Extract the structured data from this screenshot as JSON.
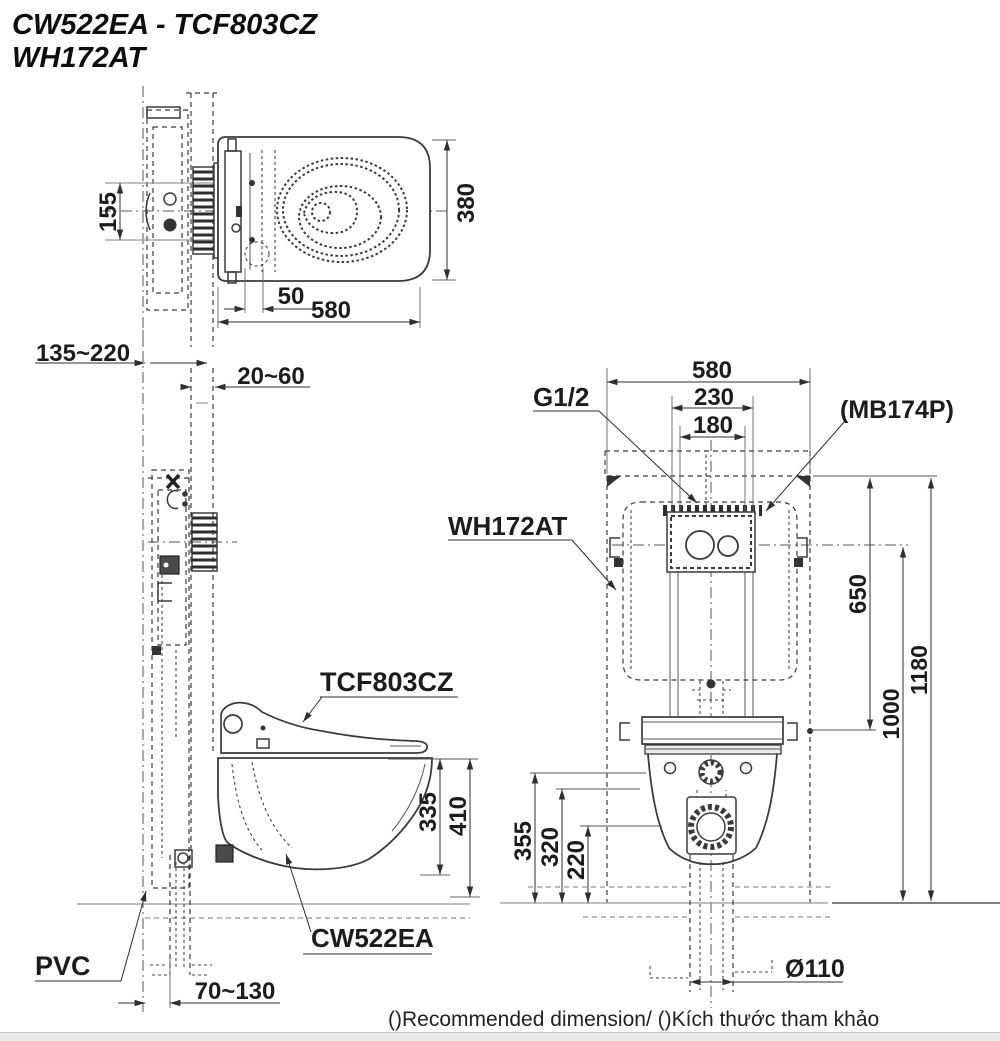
{
  "title": {
    "line1": "CW522EA - TCF803CZ",
    "line2": "WH172AT"
  },
  "top_view": {
    "dim_155": "155",
    "dim_380": "380",
    "dim_50": "50",
    "dim_580": "580"
  },
  "side_view": {
    "dim_wall_range": "135~220",
    "dim_gap_range": "20~60",
    "label_washlet": "TCF803CZ",
    "dim_335": "335",
    "dim_410": "410",
    "label_bowl": "CW522EA",
    "label_pipe": "PVC",
    "dim_drain_range": "70~130"
  },
  "front_view": {
    "label_supply": "G1/2",
    "label_panel": "(MB174P)",
    "label_frame": "WH172AT",
    "dim_580": "580",
    "dim_230": "230",
    "dim_180": "180",
    "dim_650": "650",
    "dim_1000": "1000",
    "dim_1180": "1180",
    "dim_355": "355",
    "dim_320": "320",
    "dim_220": "220",
    "dim_drain": "Ø110"
  },
  "footer": {
    "note": "()Recommended dimension/ ()Kích thước tham khảo"
  }
}
